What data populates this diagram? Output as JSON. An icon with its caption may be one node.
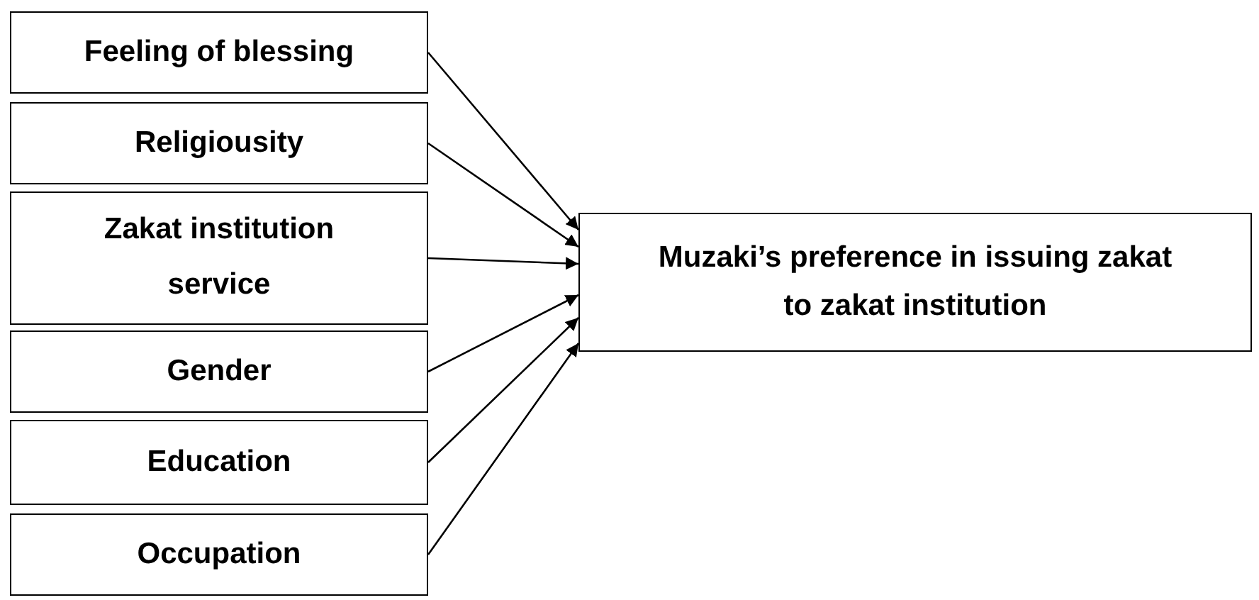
{
  "diagram": {
    "nodes": [
      {
        "text": [
          "Feeling of blessing"
        ]
      },
      {
        "text": [
          "Religiousity"
        ]
      },
      {
        "text": [
          "Zakat institution service"
        ]
      },
      {
        "text": [
          "Gender"
        ]
      },
      {
        "text": [
          "Education"
        ]
      },
      {
        "text": [
          "Occupation"
        ]
      },
      {
        "text": [
          "Muzaki’s preference in issuing zakat to zakat institution"
        ]
      }
    ],
    "edges": [
      {
        "from": 0,
        "to": 6,
        "arrow": "to"
      },
      {
        "from": 1,
        "to": 6,
        "arrow": "to"
      },
      {
        "from": 2,
        "to": 6,
        "arrow": "to"
      },
      {
        "from": 3,
        "to": 6,
        "arrow": "to"
      },
      {
        "from": 4,
        "to": 6,
        "arrow": "to"
      },
      {
        "from": 5,
        "to": 6,
        "arrow": "to"
      }
    ]
  }
}
